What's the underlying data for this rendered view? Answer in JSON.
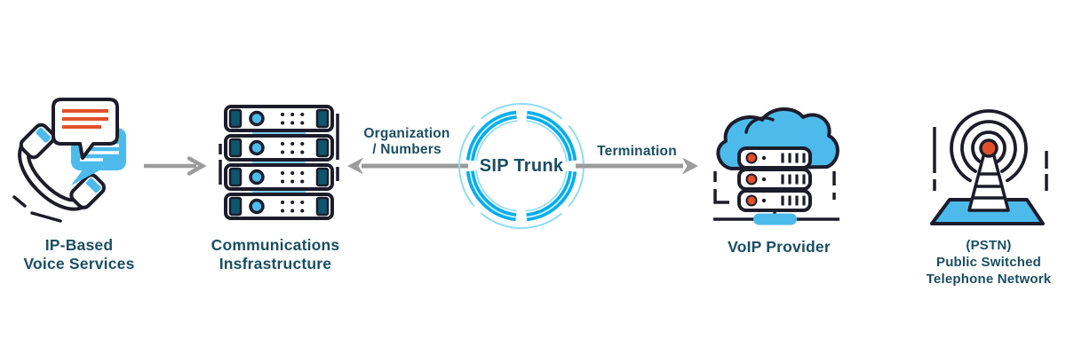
{
  "colors": {
    "ink": "#1c1c2b",
    "label_teal": "#1a4e63",
    "light_blue": "#4cbbec",
    "band_blue": "#7fd0f2",
    "ring_cyan": "#00aeef",
    "ring_cyan_light": "#8edcf6",
    "orange": "#e2502b",
    "cap_teal": "#0e556e",
    "arrow_gray": "#9c9c9c"
  },
  "nodes": {
    "ip_voice": {
      "label": "IP-Based\nVoice Services",
      "icon": "phone-chat-icon"
    },
    "comms": {
      "label": "Communications\nInsfrastructure",
      "icon": "server-rack-icon"
    },
    "voip": {
      "label": "VoIP Provider",
      "icon": "cloud-servers-icon"
    },
    "pstn": {
      "label": "(PSTN)\nPublic Switched\nTelephone Network",
      "icon": "radio-tower-icon"
    }
  },
  "hub": {
    "label": "SIP Trunk",
    "icon": "sip-trunk-ring"
  },
  "edges": {
    "organization": {
      "label": "Organization\n/ Numbers",
      "direction": "left"
    },
    "termination": {
      "label": "Termination",
      "direction": "right"
    }
  }
}
